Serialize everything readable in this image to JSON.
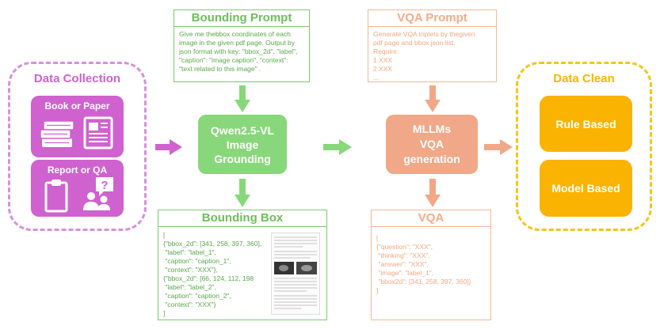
{
  "colors": {
    "purple": "#cf62cf",
    "purple_dashed": "#d98fde",
    "green": "#88d77a",
    "green_text": "#6cbf5a",
    "orange": "#f0a888",
    "orange_text": "#f3ac87",
    "yellow": "#fab300",
    "yellow_dashed": "#f5c518"
  },
  "data_collection": {
    "title": "Data Collection",
    "cards": [
      {
        "label": "Book or Paper",
        "icons": [
          "books-icon",
          "newspaper-icon"
        ]
      },
      {
        "label": "Report or QA",
        "icons": [
          "clipboard-icon",
          "question-person-icon"
        ]
      }
    ]
  },
  "bounding_prompt": {
    "title": "Bounding Prompt",
    "body": "Give me thebbox coordinates of each\nimage in the given pdf page. Output by\njson format with key: \"bbox_2d\", \"label\",\n\"caption\": \"image caption\", \"context\":\n\"text related to this image\" ."
  },
  "grounding": {
    "lines": [
      "Qwen2.5-VL",
      "Image",
      "Grounding"
    ]
  },
  "bounding_box": {
    "title": "Bounding Box",
    "body": "[\n{\"bbox_2d\": [341, 258, 397, 360],\n \"label\": \"label_1\",\n \"caption\": \"caption_1\",\n \"context\": \"XXX\"},\n{\"bbox_2d\": [66, 124, 112, 198\n \"label\": \"label_2\",\n \"caption\": \"caption_2\",\n \"context\": \"XXX\"}\n]"
  },
  "vqa_prompt": {
    "title": "VQA Prompt",
    "body": "Generate VQA triplets by thegiven\npdf page and bbox json list.\nRequire:\n1.XXX\n2.XXX\n..."
  },
  "mllms": {
    "lines": [
      "MLLMs",
      "VQA",
      "generation"
    ]
  },
  "vqa": {
    "title": "VQA",
    "body": "[\n{\"question\": \"XXX\",\n \"thinking\": \"XXX\",\n \"answer\": \"XXX\",\n \"image\": \"label_1\",\n \"bbox2d\": [341, 258, 397, 360]}\n]"
  },
  "data_clean": {
    "title": "Data Clean",
    "buttons": [
      "Rule Based",
      "Model Based"
    ]
  }
}
